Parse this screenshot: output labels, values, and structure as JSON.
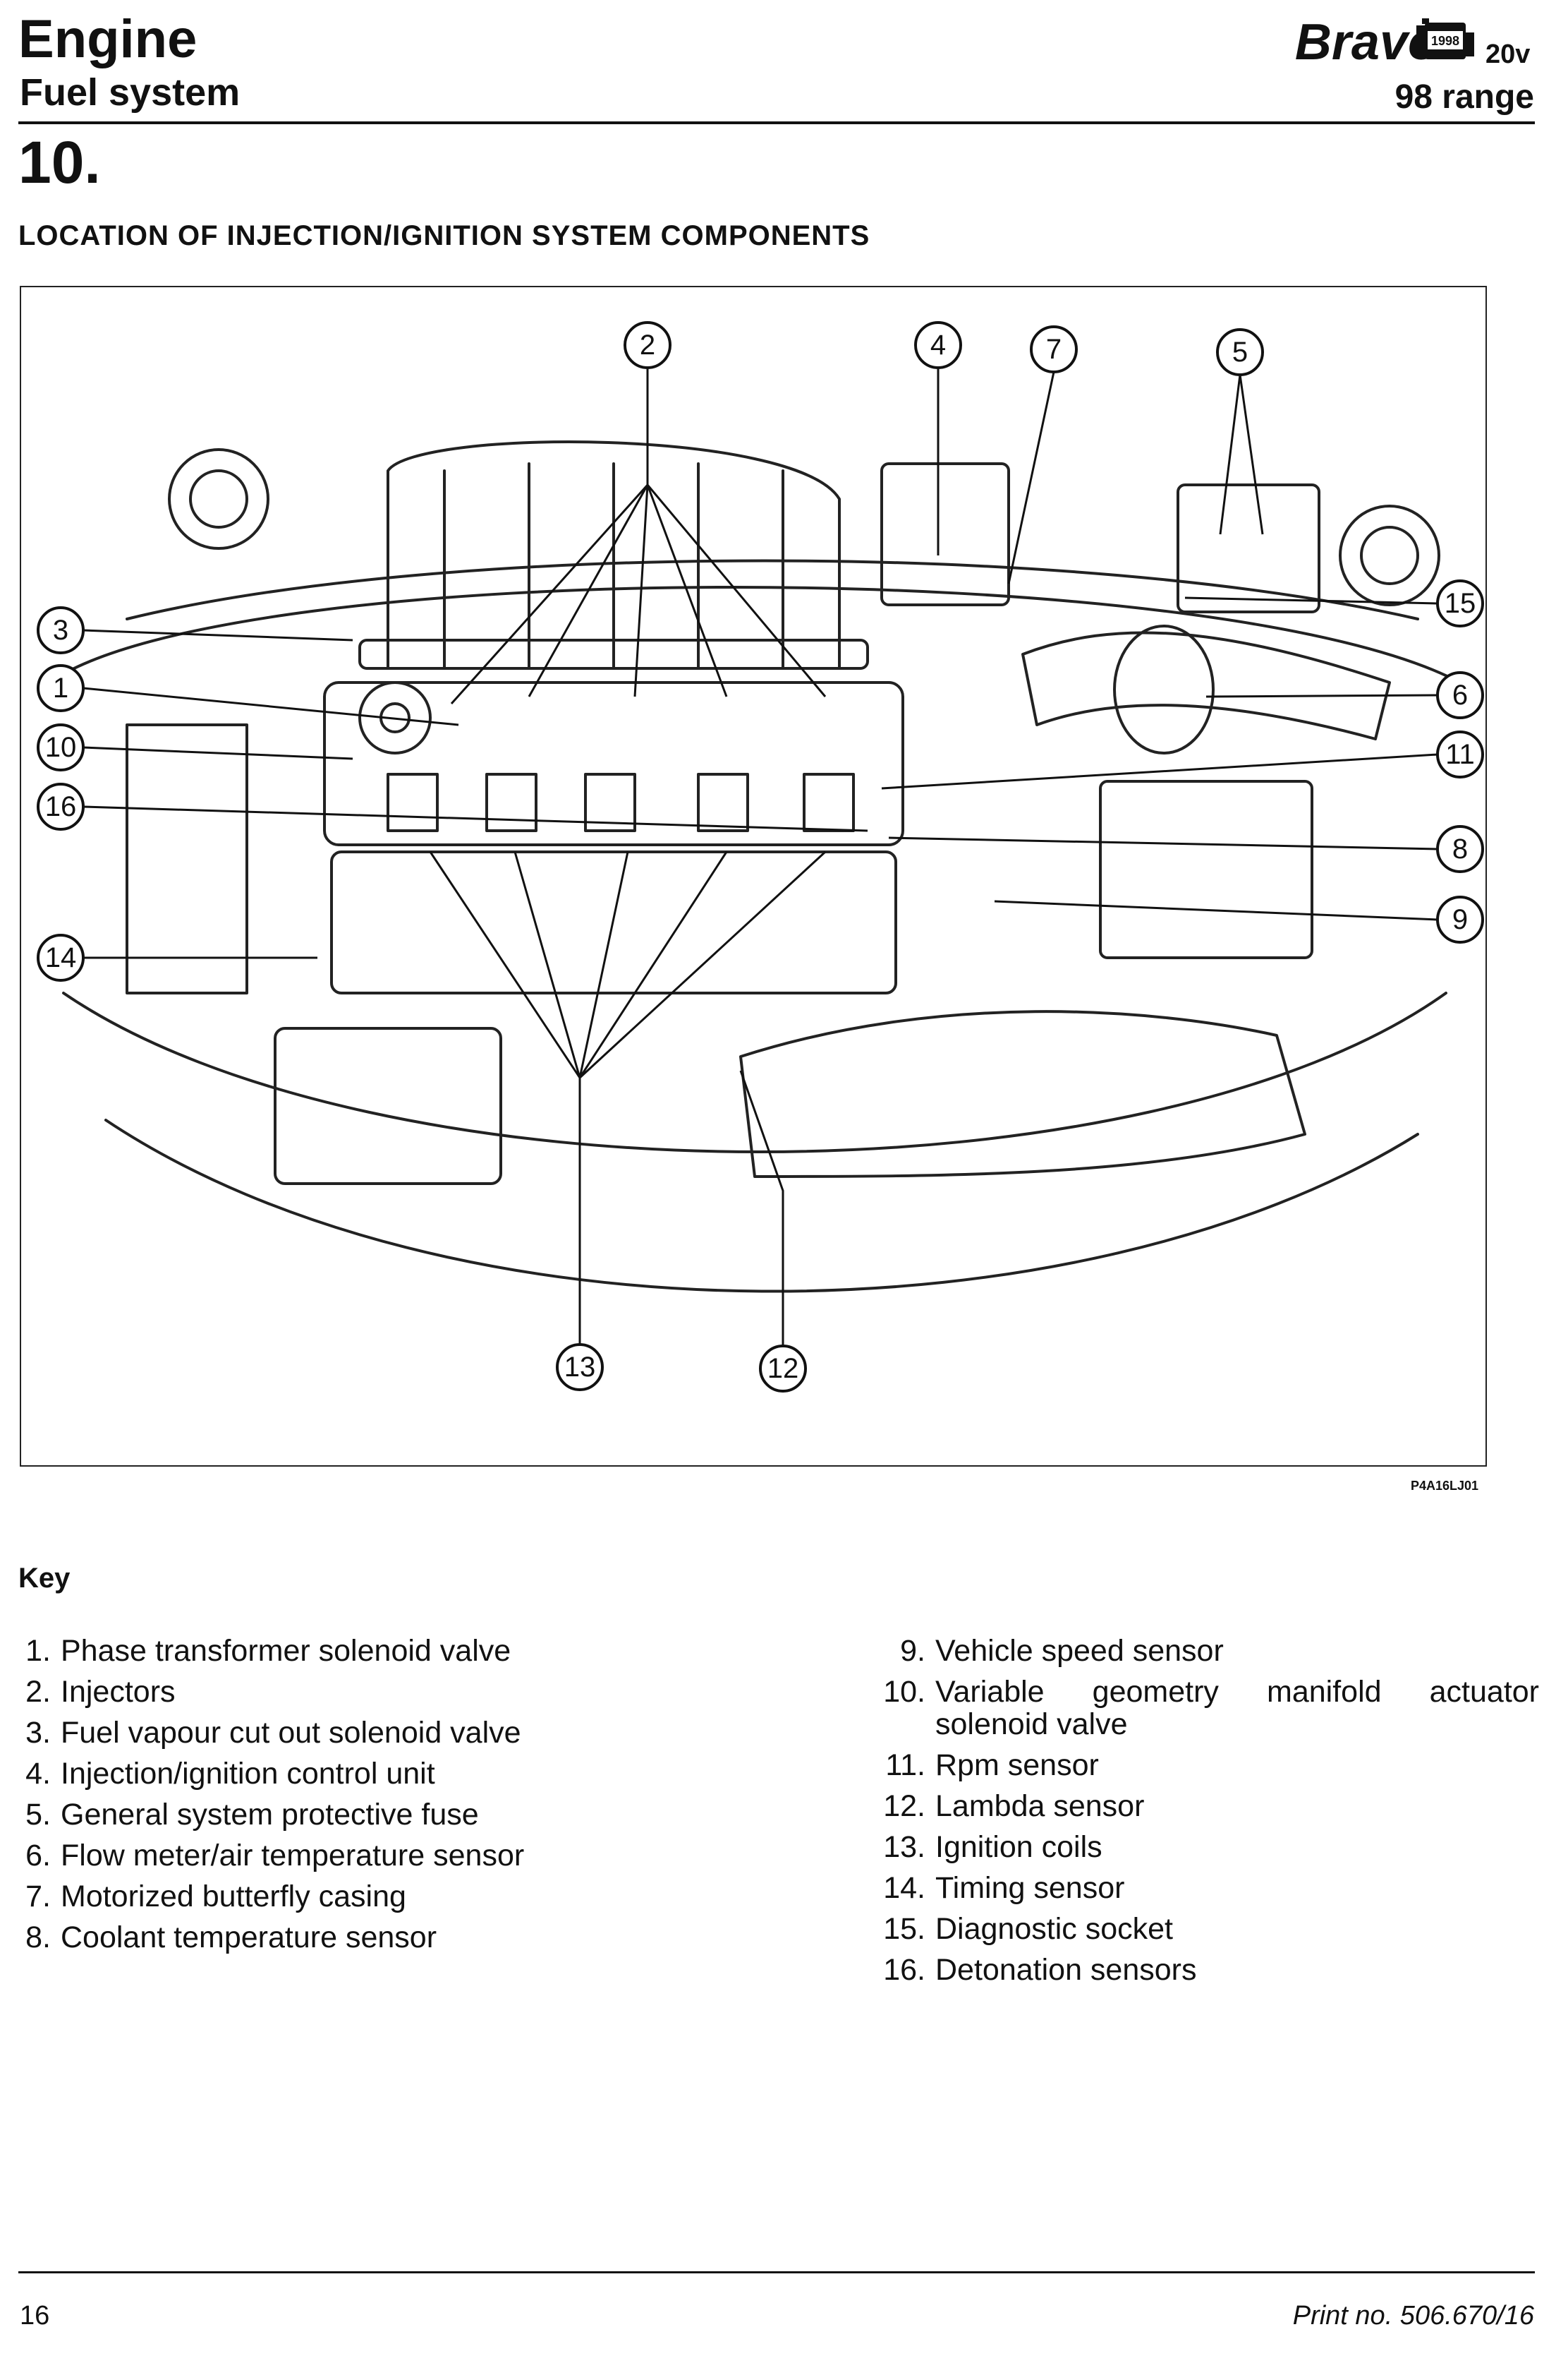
{
  "header": {
    "title": "Engine",
    "subtitle": "Fuel system",
    "model": "Bravo",
    "badge_year": "1998",
    "variant": "20v",
    "range": "98 range",
    "section_number": "10.",
    "section_title": "LOCATION OF INJECTION/IGNITION SYSTEM COMPONENTS"
  },
  "figure": {
    "code": "P4A16LJ01",
    "callouts": [
      "1",
      "2",
      "3",
      "4",
      "5",
      "6",
      "7",
      "8",
      "9",
      "10",
      "11",
      "12",
      "13",
      "14",
      "15",
      "16"
    ]
  },
  "key": {
    "title": "Key",
    "items": [
      {
        "num": "1.",
        "label": "Phase transformer solenoid valve"
      },
      {
        "num": "2.",
        "label": "Injectors"
      },
      {
        "num": "3.",
        "label": "Fuel vapour cut out solenoid valve"
      },
      {
        "num": "4.",
        "label": "Injection/ignition control unit"
      },
      {
        "num": "5.",
        "label": "General system protective fuse"
      },
      {
        "num": "6.",
        "label": "Flow meter/air temperature sensor"
      },
      {
        "num": "7.",
        "label": "Motorized butterfly casing"
      },
      {
        "num": "8.",
        "label": "Coolant temperature sensor"
      },
      {
        "num": "9.",
        "label": "Vehicle speed sensor"
      },
      {
        "num": "10.",
        "label": "Variable geometry manifold actuator solenoid valve"
      },
      {
        "num": "11.",
        "label": "Rpm sensor"
      },
      {
        "num": "12.",
        "label": "Lambda sensor"
      },
      {
        "num": "13.",
        "label": "Ignition coils"
      },
      {
        "num": "14.",
        "label": "Timing sensor"
      },
      {
        "num": "15.",
        "label": "Diagnostic socket"
      },
      {
        "num": "16.",
        "label": "Detonation sensors"
      }
    ]
  },
  "footer": {
    "page": "16",
    "print": "Print no. 506.670/16"
  }
}
